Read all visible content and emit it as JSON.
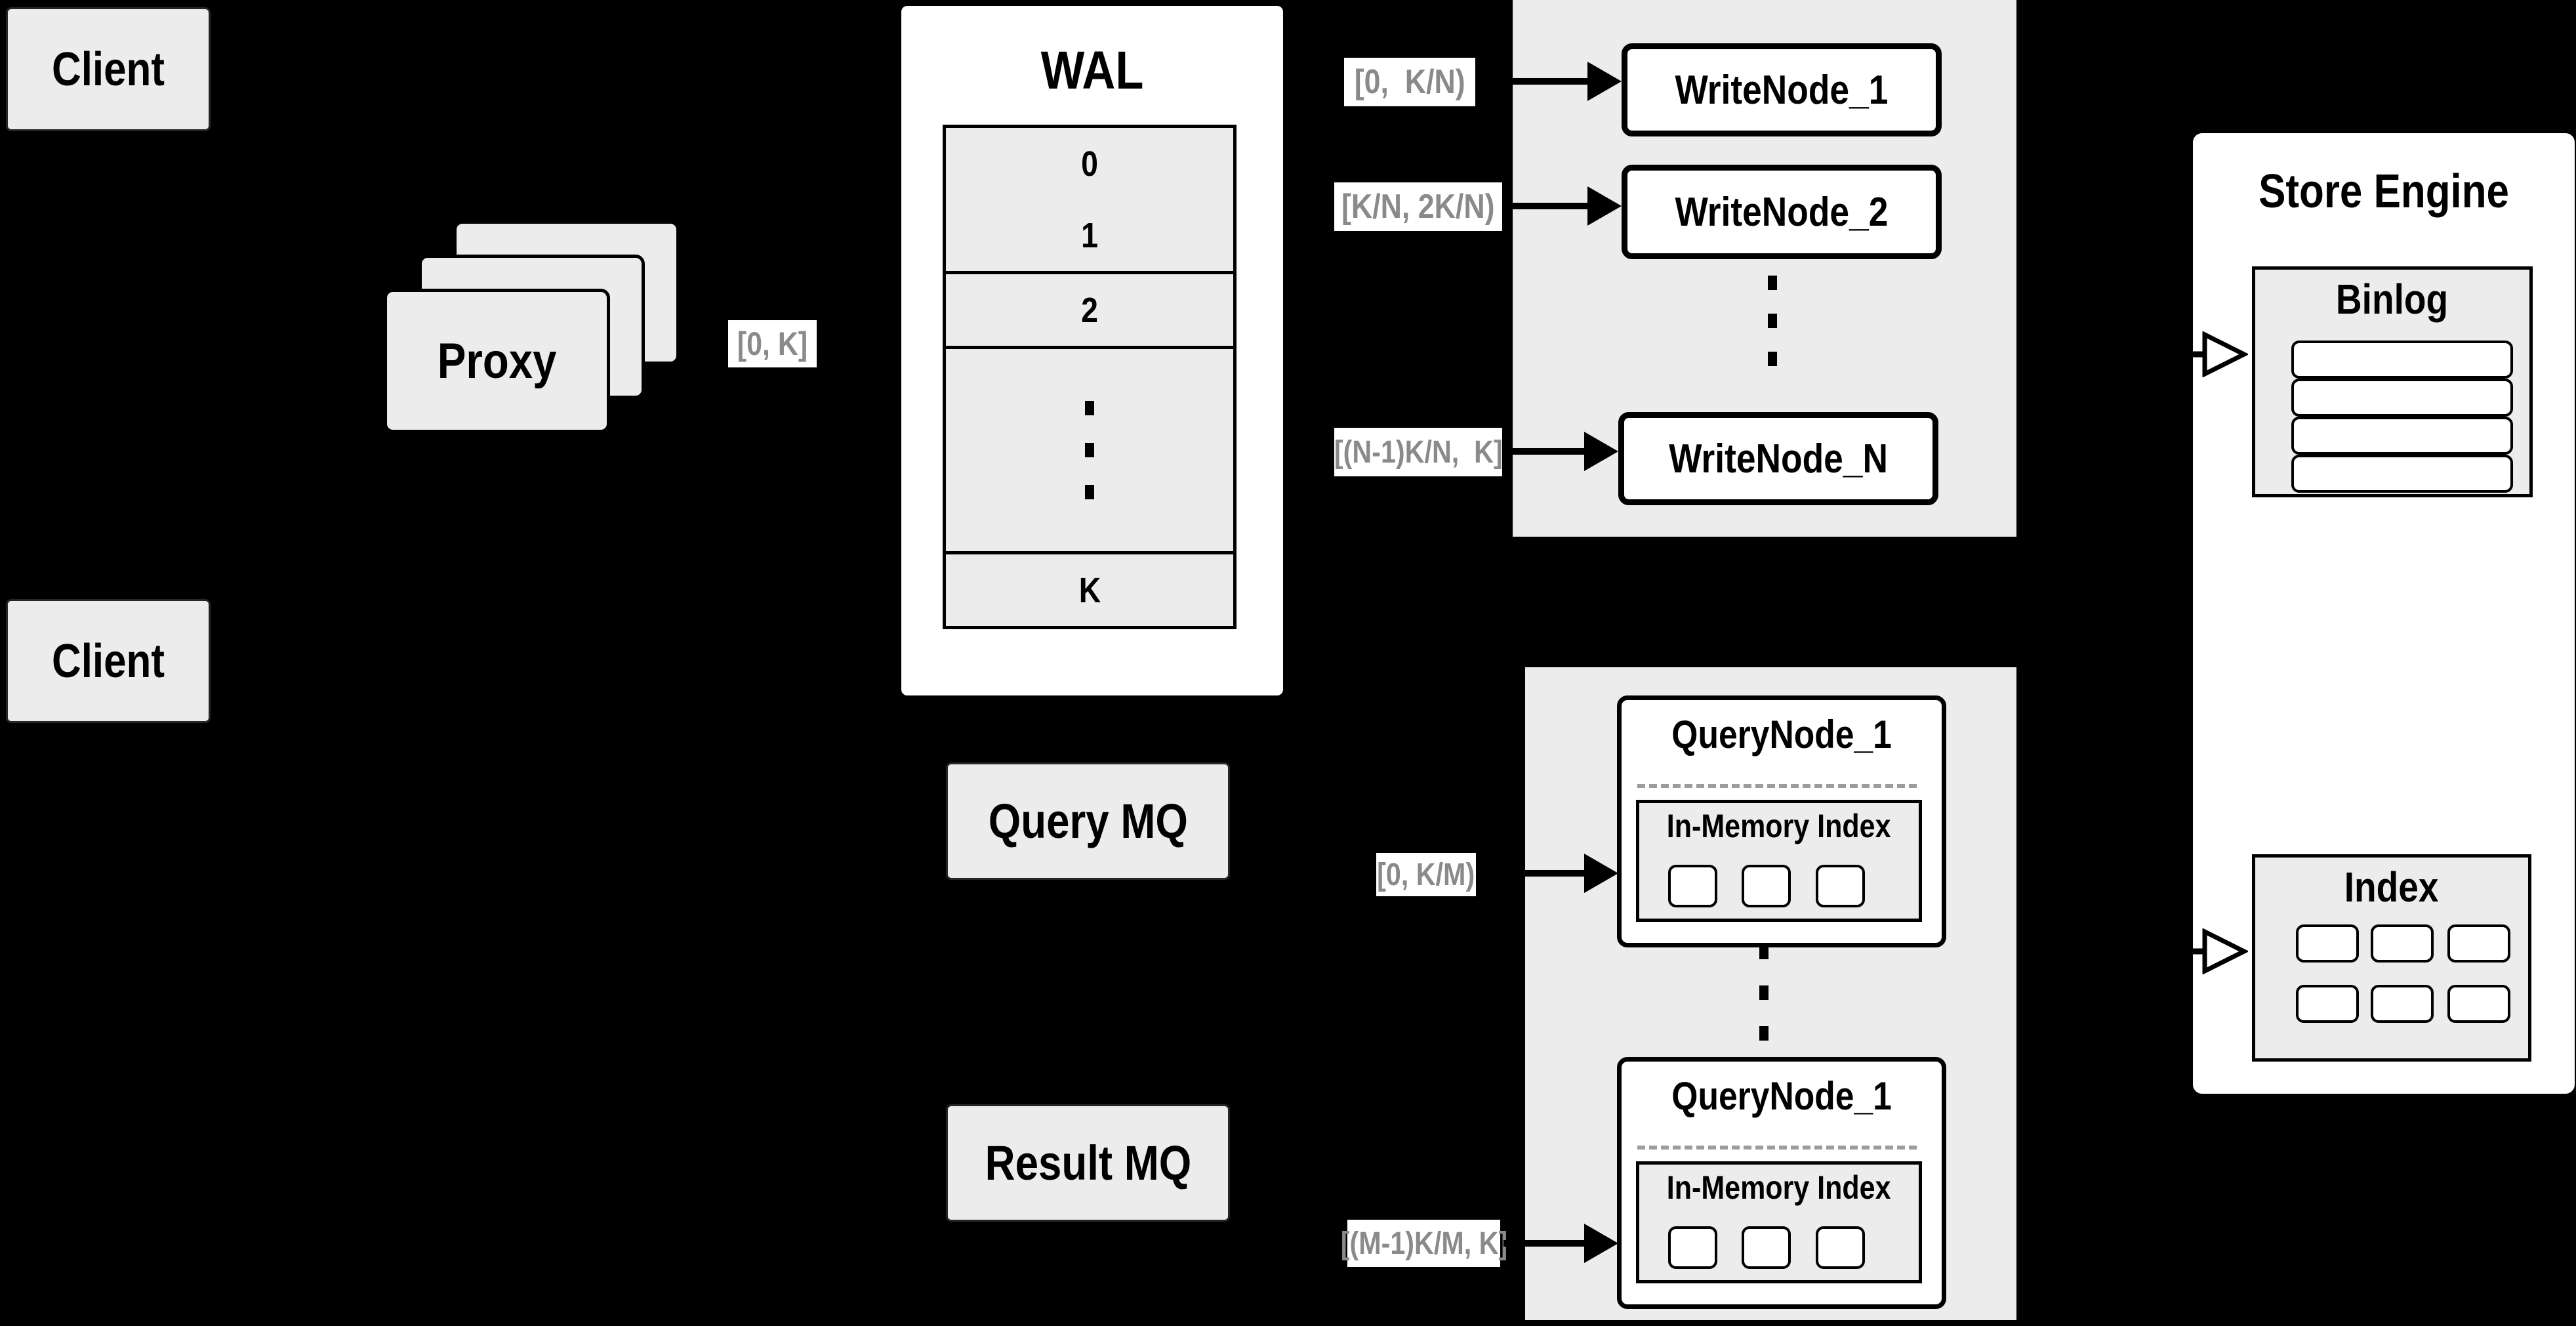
{
  "diagram": {
    "title": "distributed-write-read-path-architecture",
    "colors": {
      "background": "#000000",
      "panel_fill": "#ececec",
      "node_fill": "#ffffff",
      "border": "#000000",
      "edge_label_text": "#8a8a8a",
      "dashed_divider": "#9c9c9c"
    },
    "clients": {
      "top": "Client",
      "bottom": "Client"
    },
    "proxy": {
      "label": "Proxy"
    },
    "wal": {
      "title": "WAL",
      "cells": [
        "0",
        "1",
        "2",
        "K"
      ]
    },
    "write_group": {
      "nodes": [
        "WriteNode_1",
        "WriteNode_2",
        "WriteNode_N"
      ]
    },
    "mq": {
      "query": "Query MQ",
      "result": "Result MQ"
    },
    "query_group": {
      "nodes": [
        {
          "title": "QueryNode_1",
          "index_title": "In-Memory Index"
        },
        {
          "title": "QueryNode_1",
          "index_title": "In-Memory Index"
        }
      ]
    },
    "store_engine": {
      "title": "Store Engine",
      "binlog_title": "Binlog",
      "index_title": "Index"
    },
    "edge_labels": {
      "proxy_wal": "[0, K]",
      "wal_write_1": "[0,  K/N)",
      "wal_write_2": "[K/N, 2K/N)",
      "wal_write_n": "[(N-1)K/N,  K]",
      "mq_query_1": "[0, K/M)",
      "mq_query_m": "[(M-1)K/M, K]"
    }
  }
}
